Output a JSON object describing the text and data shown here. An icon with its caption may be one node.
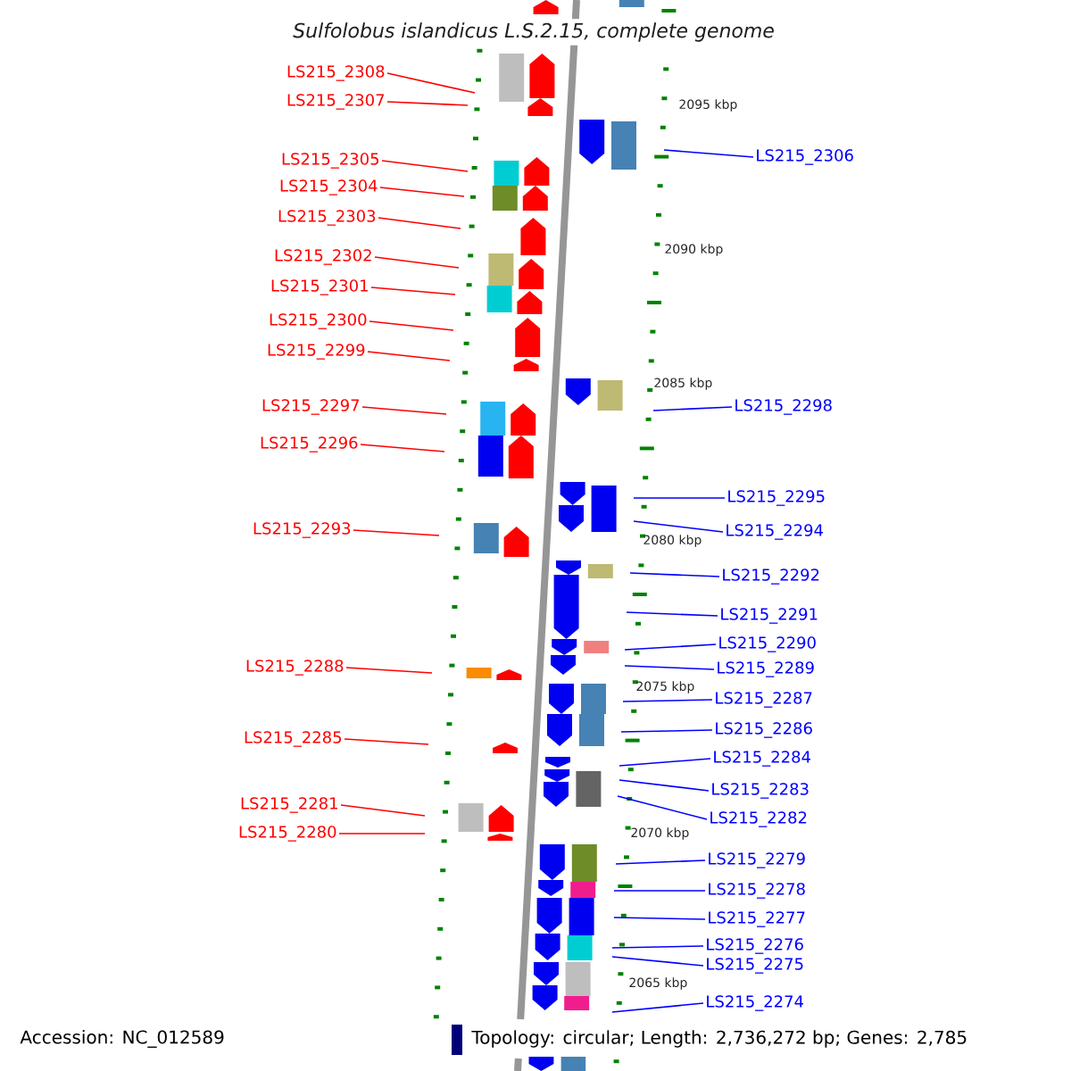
{
  "diagram": {
    "title": "Sulfolobus islandicus L.S.2.15, complete genome",
    "nodes": [
      {
        "text": [
          "LS215_2308"
        ]
      },
      {
        "text": [
          "LS215_2307"
        ]
      },
      {
        "text": [
          "LS215_2305"
        ]
      },
      {
        "text": [
          "LS215_2304"
        ]
      },
      {
        "text": [
          "LS215_2303"
        ]
      },
      {
        "text": [
          "LS215_2302"
        ]
      },
      {
        "text": [
          "LS215_2301"
        ]
      },
      {
        "text": [
          "LS215_2300"
        ]
      },
      {
        "text": [
          "LS215_2299"
        ]
      },
      {
        "text": [
          "LS215_2297"
        ]
      },
      {
        "text": [
          "LS215_2296"
        ]
      },
      {
        "text": [
          "LS215_2293"
        ]
      },
      {
        "text": [
          "LS215_2288"
        ]
      },
      {
        "text": [
          "LS215_2285"
        ]
      },
      {
        "text": [
          "LS215_2281"
        ]
      },
      {
        "text": [
          "LS215_2280"
        ]
      },
      {
        "text": [
          "LS215_2306"
        ]
      },
      {
        "text": [
          "LS215_2298"
        ]
      },
      {
        "text": [
          "LS215_2295"
        ]
      },
      {
        "text": [
          "LS215_2294"
        ]
      },
      {
        "text": [
          "LS215_2292"
        ]
      },
      {
        "text": [
          "LS215_2291"
        ]
      },
      {
        "text": [
          "LS215_2290"
        ]
      },
      {
        "text": [
          "LS215_2289"
        ]
      },
      {
        "text": [
          "LS215_2287"
        ]
      },
      {
        "text": [
          "LS215_2286"
        ]
      },
      {
        "text": [
          "LS215_2284"
        ]
      },
      {
        "text": [
          "LS215_2283"
        ]
      },
      {
        "text": [
          "LS215_2282"
        ]
      },
      {
        "text": [
          "LS215_2279"
        ]
      },
      {
        "text": [
          "LS215_2278"
        ]
      },
      {
        "text": [
          "LS215_2277"
        ]
      },
      {
        "text": [
          "LS215_2276"
        ]
      },
      {
        "text": [
          "LS215_2275"
        ]
      },
      {
        "text": [
          "LS215_2274"
        ]
      }
    ],
    "edges": [
      {
        "from": 0,
        "to": null,
        "arrow": "none",
        "color": "#ff0000"
      },
      {
        "from": 1,
        "to": null,
        "arrow": "none",
        "color": "#ff0000"
      },
      {
        "from": 2,
        "to": null,
        "arrow": "none",
        "color": "#ff0000"
      },
      {
        "from": 3,
        "to": null,
        "arrow": "none",
        "color": "#ff0000"
      },
      {
        "from": 4,
        "to": null,
        "arrow": "none",
        "color": "#ff0000"
      },
      {
        "from": 5,
        "to": null,
        "arrow": "none",
        "color": "#ff0000"
      },
      {
        "from": 6,
        "to": null,
        "arrow": "none",
        "color": "#ff0000"
      },
      {
        "from": 7,
        "to": null,
        "arrow": "none",
        "color": "#ff0000"
      },
      {
        "from": 8,
        "to": null,
        "arrow": "none",
        "color": "#ff0000"
      },
      {
        "from": 9,
        "to": null,
        "arrow": "none",
        "color": "#ff0000"
      },
      {
        "from": 10,
        "to": null,
        "arrow": "none",
        "color": "#ff0000"
      },
      {
        "from": 11,
        "to": null,
        "arrow": "none",
        "color": "#ff0000"
      },
      {
        "from": 12,
        "to": null,
        "arrow": "none",
        "color": "#ff0000"
      },
      {
        "from": 13,
        "to": null,
        "arrow": "none",
        "color": "#ff0000"
      },
      {
        "from": 14,
        "to": null,
        "arrow": "none",
        "color": "#ff0000"
      },
      {
        "from": 15,
        "to": null,
        "arrow": "none",
        "color": "#ff0000"
      },
      {
        "from": 16,
        "to": null,
        "arrow": "none"
      },
      {
        "from": 17,
        "to": null,
        "arrow": "none"
      },
      {
        "from": 18,
        "to": null,
        "arrow": "none"
      },
      {
        "from": 19,
        "to": null,
        "arrow": "none"
      },
      {
        "from": 20,
        "to": null,
        "arrow": "none"
      },
      {
        "from": 21,
        "to": null,
        "arrow": "none"
      },
      {
        "from": 22,
        "to": null,
        "arrow": "none"
      },
      {
        "from": 23,
        "to": null,
        "arrow": "none"
      },
      {
        "from": 24,
        "to": null,
        "arrow": "none"
      },
      {
        "from": 25,
        "to": null,
        "arrow": "none"
      },
      {
        "from": 26,
        "to": null,
        "arrow": "none"
      },
      {
        "from": 27,
        "to": null,
        "arrow": "none"
      },
      {
        "from": 28,
        "to": null,
        "arrow": "none"
      },
      {
        "from": 29,
        "to": null,
        "arrow": "none"
      },
      {
        "from": 30,
        "to": null,
        "arrow": "none"
      },
      {
        "from": 31,
        "to": null,
        "arrow": "none"
      },
      {
        "from": 32,
        "to": null,
        "arrow": "none"
      },
      {
        "from": 33,
        "to": null,
        "arrow": "none"
      },
      {
        "from": 34,
        "to": null,
        "arrow": "none"
      }
    ],
    "labels": [
      "2095 kbp",
      "2090 kbp",
      "2085 kbp",
      "2080 kbp",
      "2075 kbp",
      "2070 kbp",
      "2065 kbp",
      "Accession: NC_012589",
      "Topology: circular; Length: 2,736,272 bp; Genes: 2,785"
    ]
  }
}
